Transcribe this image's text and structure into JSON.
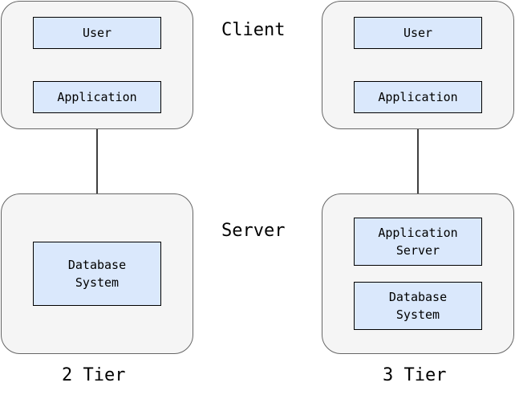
{
  "labels": {
    "client": "Client",
    "server": "Server"
  },
  "two_tier": {
    "title": "2 Tier",
    "client": {
      "user": "User",
      "application": "Application"
    },
    "server": {
      "database": "Database\nSystem"
    }
  },
  "three_tier": {
    "title": "3 Tier",
    "client": {
      "user": "User",
      "application": "Application"
    },
    "server": {
      "app_server": "Application\nServer",
      "database": "Database\nSystem"
    }
  },
  "colors": {
    "group_fill": "#f5f5f5",
    "group_stroke": "#666666",
    "box_fill": "#dae8fc",
    "box_stroke": "#000000"
  }
}
